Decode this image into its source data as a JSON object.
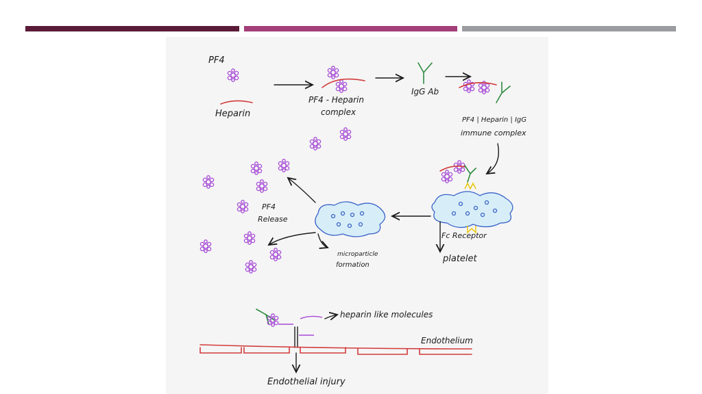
{
  "colors": {
    "bar1": "#5a1a38",
    "bar2": "#a33e78",
    "bar3": "#9a9ca0",
    "panel": "#f5f5f5",
    "platelet_fill": "#d7eef8",
    "platelet_stroke": "#3b62c9",
    "pf4": "#a64ad6",
    "heparin": "#d23a3a",
    "antibody": "#2d8a3e",
    "fc_receptor": "#e6c400"
  },
  "labels": {
    "pf4": "PF4",
    "heparin": "Heparin",
    "pf4_heparin_complex_line1": "PF4 - Heparin",
    "pf4_heparin_complex_line2": "complex",
    "igg_ab": "IgG Ab",
    "immune_complex_line1": "PF4 | Heparin | IgG",
    "immune_complex_line2": "immune complex",
    "pf4_release_line1": "PF4",
    "pf4_release_line2": "Release",
    "microparticle_line1": "microparticle",
    "microparticle_line2": "formation",
    "fc_receptor": "Fc Receptor",
    "platelet": "platelet",
    "heparin_like": "heparin like molecules",
    "endothelium": "Endothelium",
    "endothelial_injury": "Endothelial injury"
  }
}
